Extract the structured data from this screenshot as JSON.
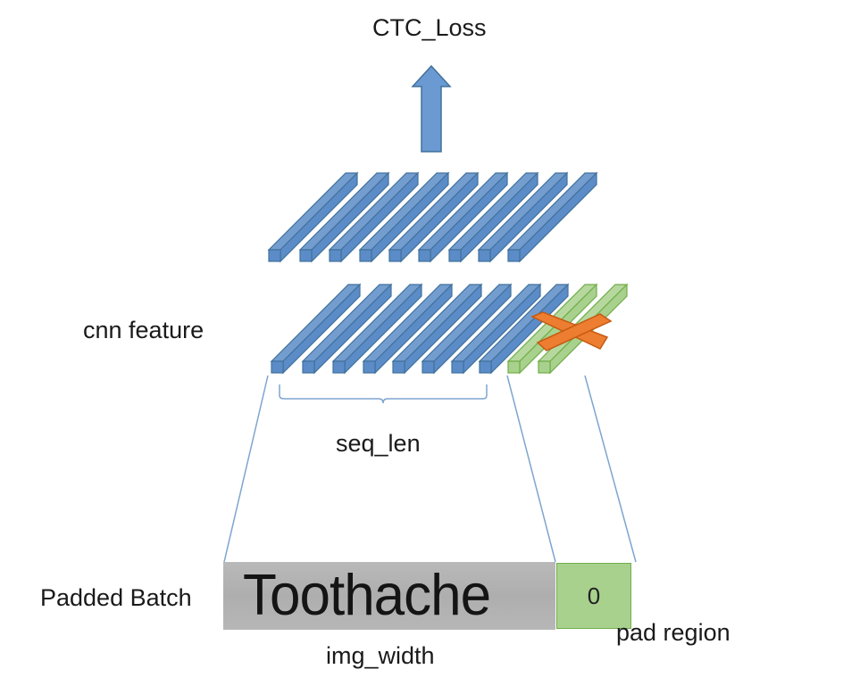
{
  "labels": {
    "loss": "CTC_Loss",
    "cnn_feature": "cnn feature",
    "seq_len": "seq_len",
    "padded_batch": "Padded Batch",
    "img_width": "img_width",
    "pad_region": "pad region"
  },
  "image_word": "Toothache",
  "pad_value": "0",
  "colors": {
    "feature_blue": "#5b8cc7",
    "feature_blue_dark": "#41719c",
    "pad_green": "#a9d18e",
    "pad_green_dark": "#70ad47",
    "cross_orange": "#ed7d31",
    "line_blue": "#7ea6cf"
  },
  "features": {
    "top_row_count": 9,
    "cnn_row_valid_count": 8,
    "cnn_row_pad_count": 2
  }
}
